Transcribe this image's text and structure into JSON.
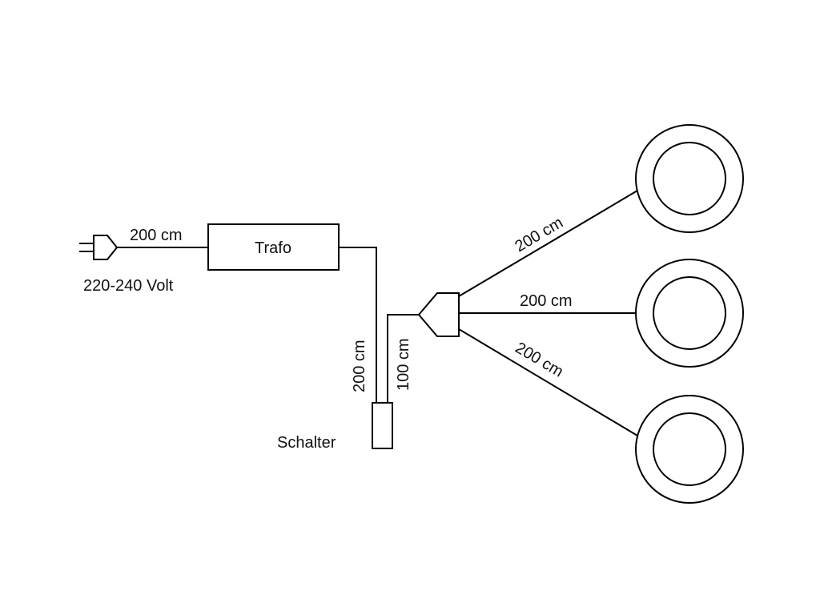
{
  "diagram": {
    "plug_label": "220-240 Volt",
    "plug_cable_label": "200 cm",
    "transformer_label": "Trafo",
    "transformer_cable_label": "200 cm",
    "switch_label": "Schalter",
    "switch_cable_label": "100 cm",
    "lamp_top_cable_label": "200 cm",
    "lamp_middle_cable_label": "200 cm",
    "lamp_bottom_cable_label": "200 cm"
  }
}
